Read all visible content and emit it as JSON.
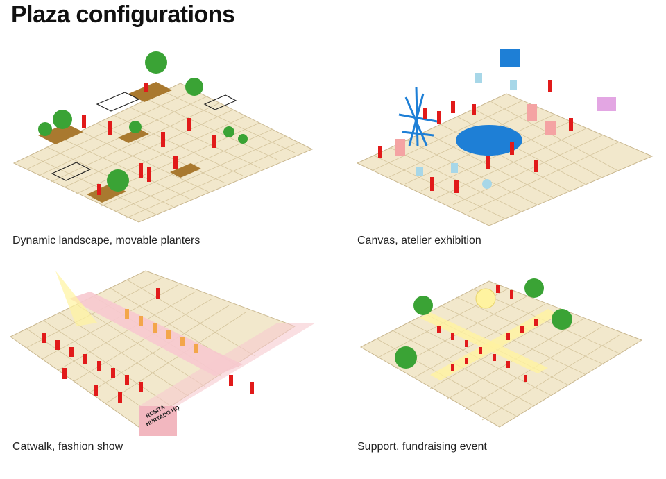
{
  "title": "Plaza configurations",
  "panels": [
    {
      "caption": "Dynamic landscape, movable planters"
    },
    {
      "caption": "Canvas, atelier exhibition"
    },
    {
      "caption": "Catwalk, fashion show"
    },
    {
      "caption": "Support, fundraising event"
    }
  ],
  "catwalk": {
    "building_sign_line1": "ROSITA",
    "building_sign_line2": "HURTADO HQ"
  },
  "colors": {
    "ground": "#f2e8cc",
    "grid": "#c9b78f",
    "people": "#e11a1a",
    "plants": "#3aa335",
    "planter": "#a9792f",
    "exhibit_blue": "#1e7fd6",
    "exhibit_pink": "#f4a3a3",
    "exhibit_violet": "#e3a6e3",
    "light": "#fff3a0",
    "catwalk_pink": "#f7c9cf"
  }
}
